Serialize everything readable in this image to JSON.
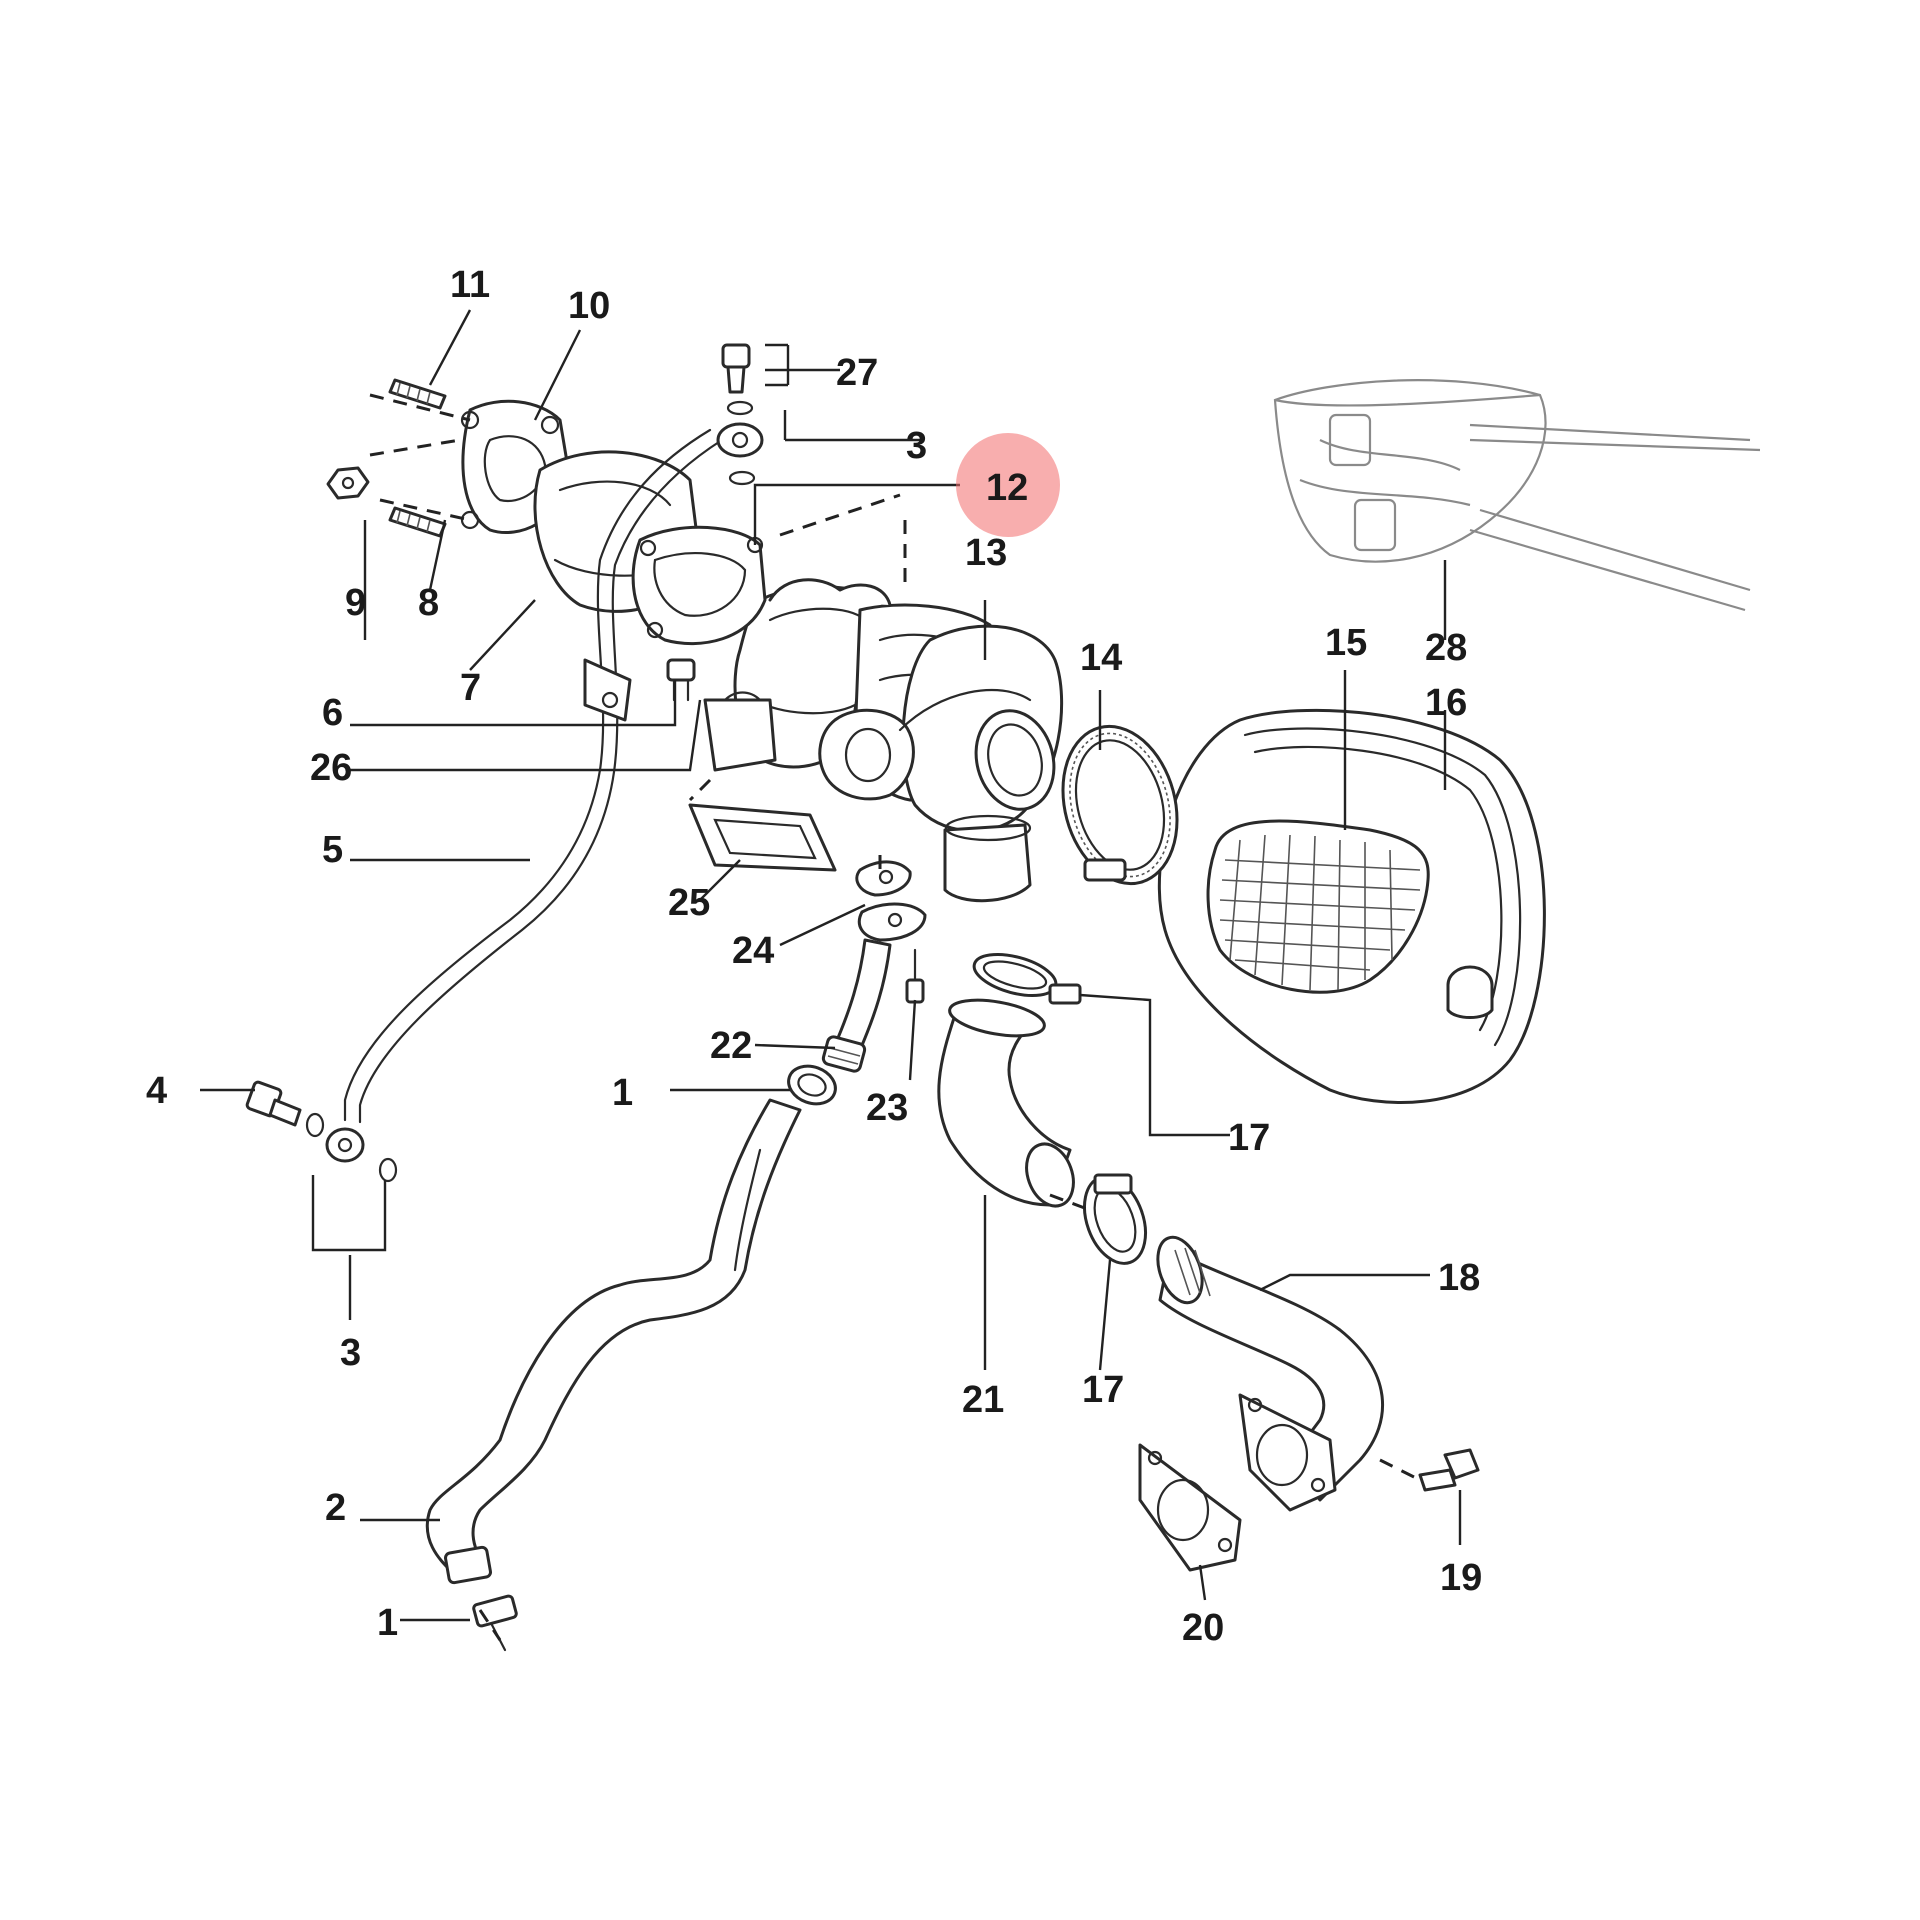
{
  "diagram": {
    "highlight_color": "#f26b6b",
    "ink_color": "#2a2a2a",
    "highlighted_callout": "12",
    "callouts": {
      "c1a": "1",
      "c1b": "1",
      "c2": "2",
      "c3a": "3",
      "c3b": "3",
      "c4": "4",
      "c5": "5",
      "c6": "6",
      "c7": "7",
      "c8": "8",
      "c9": "9",
      "c10": "10",
      "c11": "11",
      "c12": "12",
      "c13": "13",
      "c14": "14",
      "c15": "15",
      "c16": "16",
      "c17a": "17",
      "c17b": "17",
      "c18": "18",
      "c19": "19",
      "c20": "20",
      "c21": "21",
      "c22": "22",
      "c23": "23",
      "c24": "24",
      "c25": "25",
      "c26": "26",
      "c27": "27",
      "c28": "28"
    }
  }
}
